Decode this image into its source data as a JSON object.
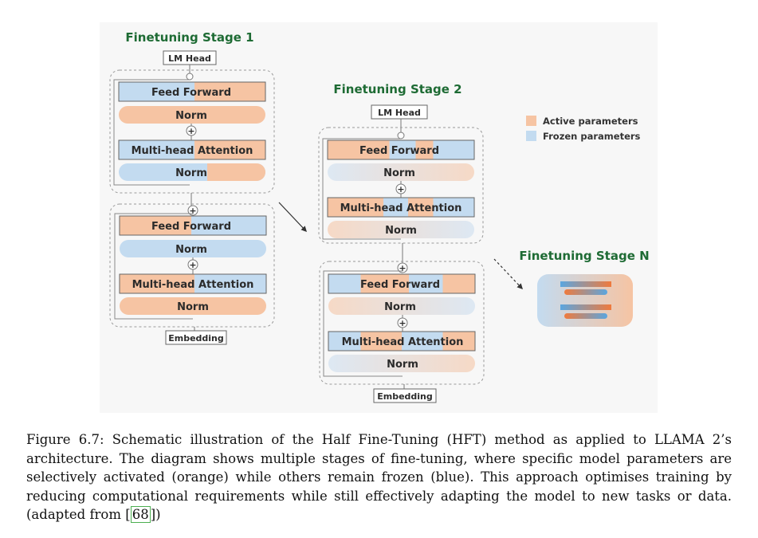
{
  "diagram": {
    "stage1_title": "Finetuning Stage 1",
    "stage2_title": "Finetuning Stage 2",
    "stageN_title": "Finetuning Stage N",
    "lm_head": "LM Head",
    "embedding": "Embedding",
    "feed_forward": "Feed Forward",
    "norm": "Norm",
    "attention": "Multi-head Attention",
    "plus": "+",
    "legend": {
      "active": "Active parameters",
      "frozen": "Frozen parameters"
    },
    "colors": {
      "active": "#f6c4a3",
      "frozen": "#c3dbf0",
      "title_green": "#1e6b34"
    }
  },
  "caption": {
    "prefix": "Figure 6.7: Schematic illustration of the Half Fine-Tuning (HFT) method as applied to LLAMA 2’s architecture. The diagram shows multiple stages of fine-tuning, where specific model parameters are selectively activated (orange) while others remain frozen (blue). This approach optimises training by reducing computational requirements while still effectively adapting the model to new tasks or data. (adapted from [",
    "ref": "68",
    "suffix": "])"
  }
}
